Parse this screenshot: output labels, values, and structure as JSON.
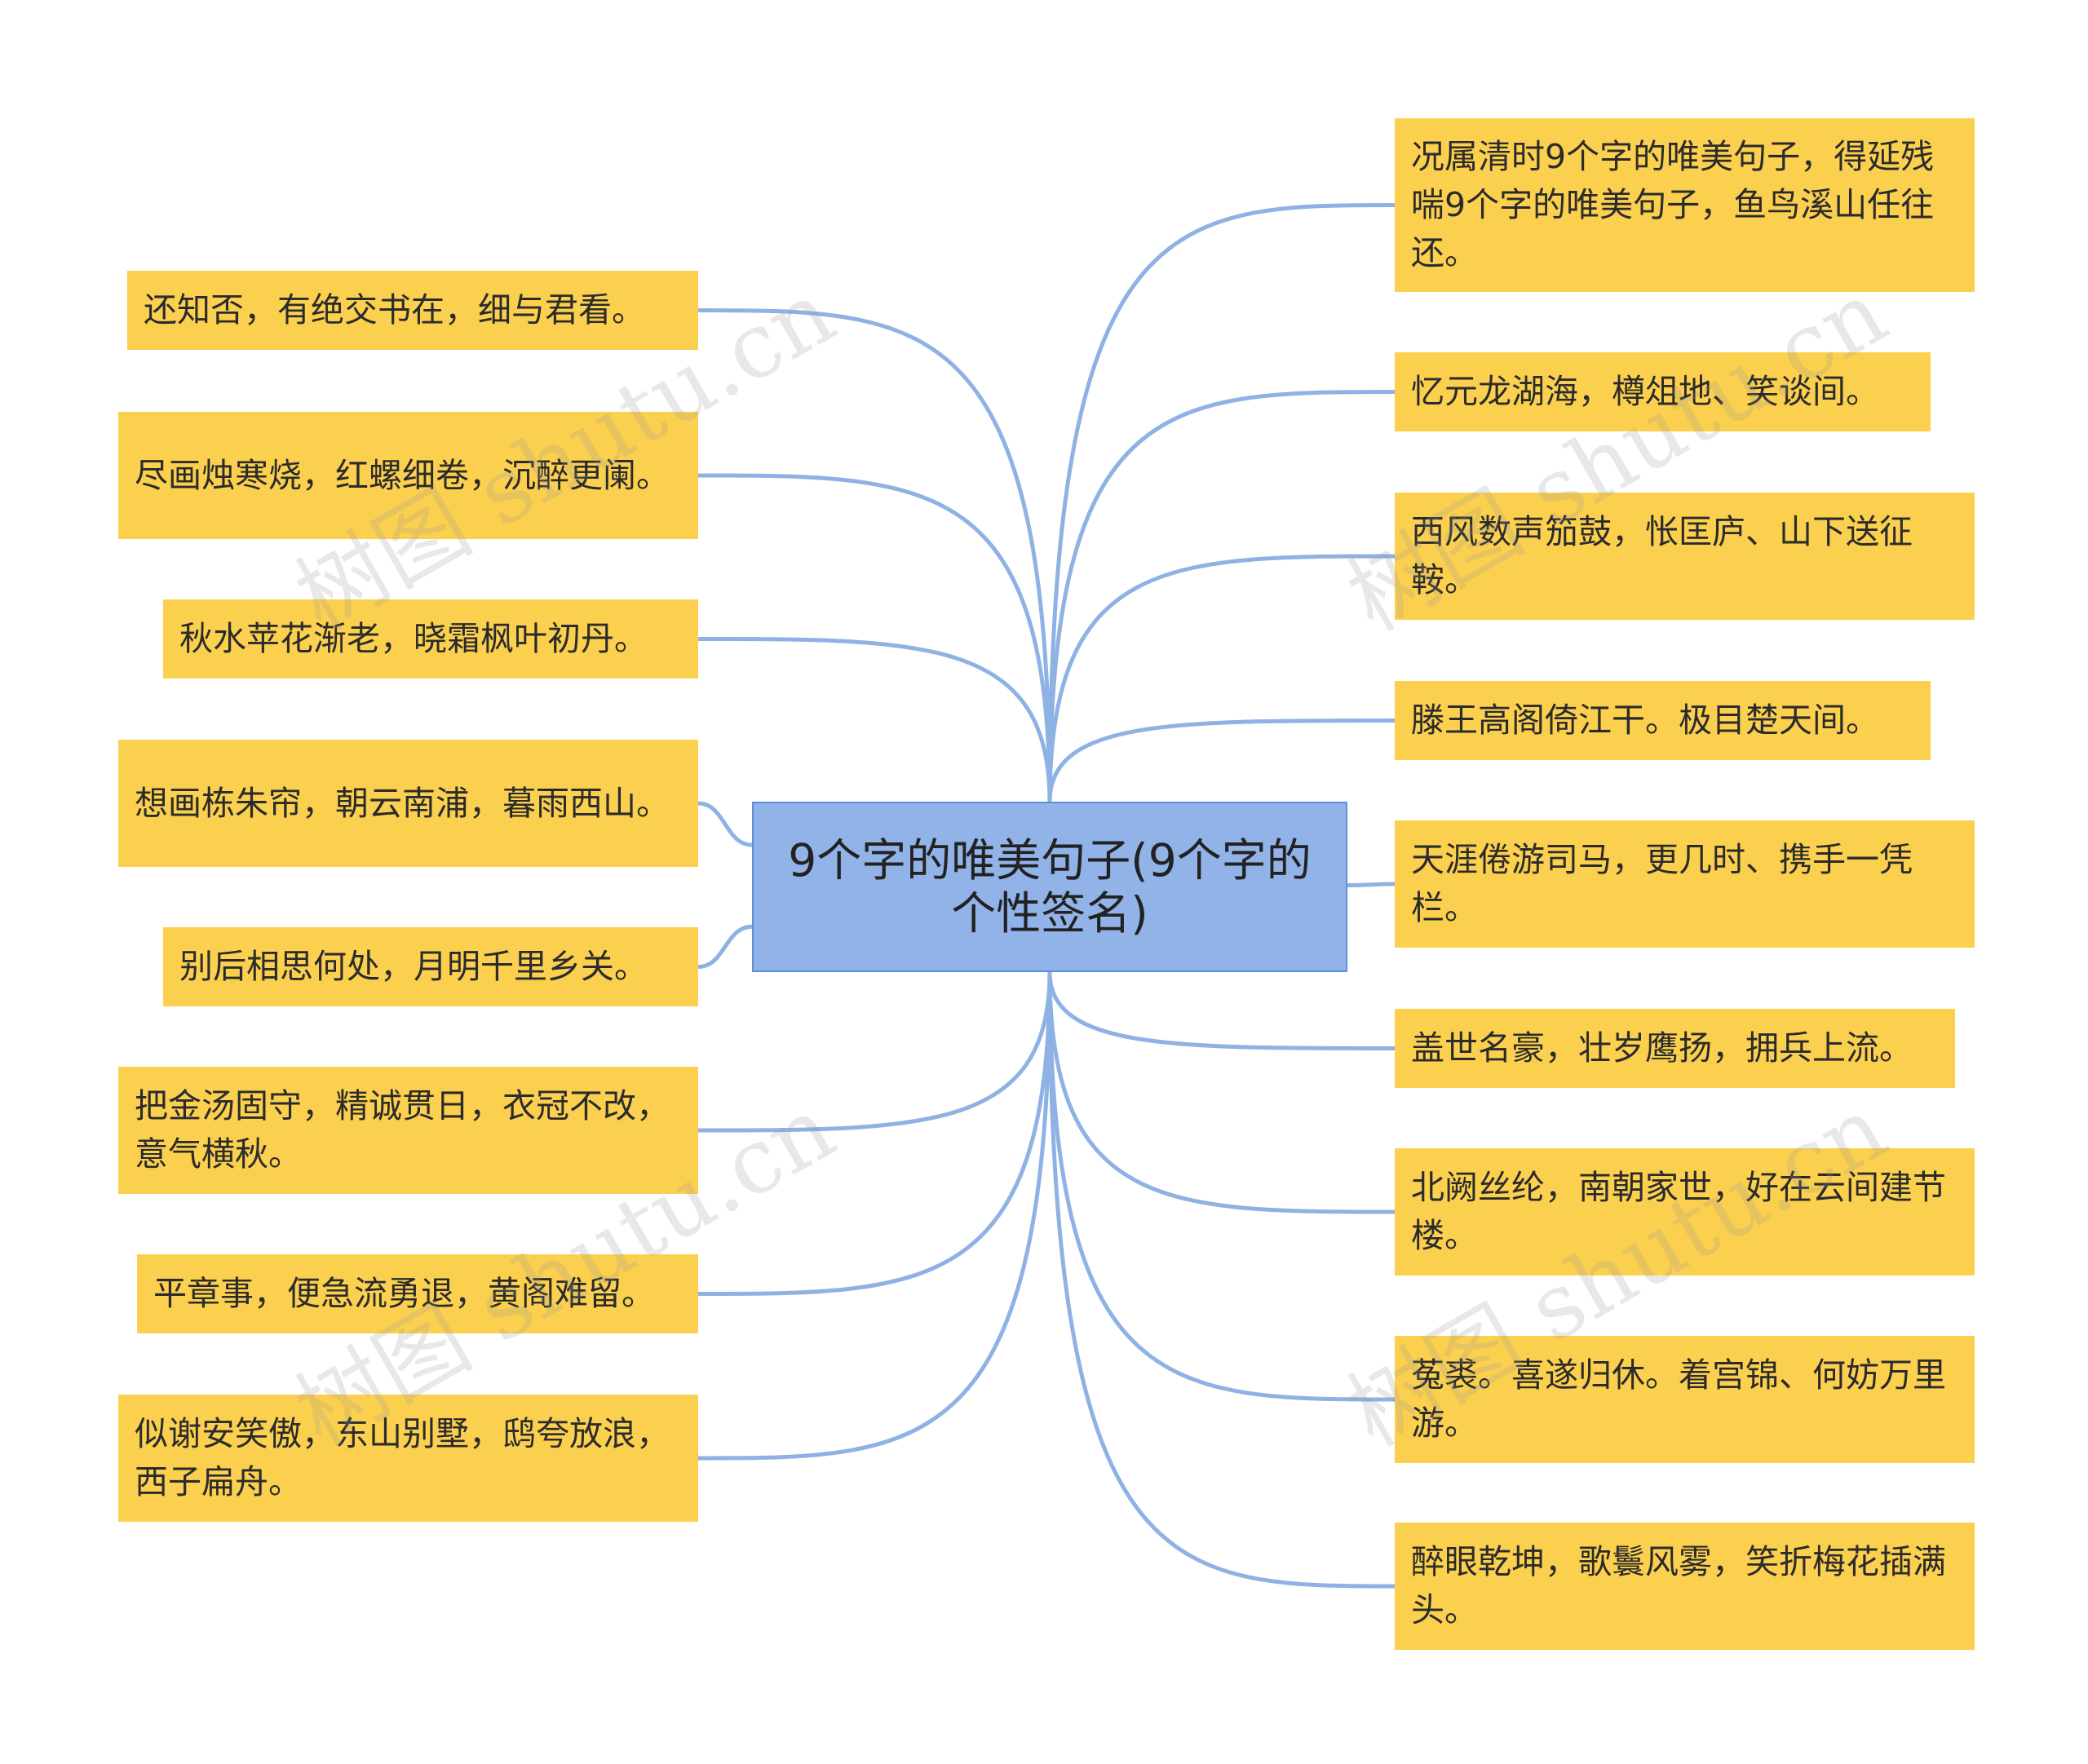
{
  "center": {
    "text": "9个字的唯美句子(9个字的个性签名)"
  },
  "left_nodes": [
    {
      "text": "还知否，有绝交书在，细与君看。"
    },
    {
      "text": "尽画烛寒烧，红螺细卷，沉醉更阑。"
    },
    {
      "text": "秋水苹花渐老，晓霜枫叶初丹。"
    },
    {
      "text": "想画栋朱帘，朝云南浦，暮雨西山。"
    },
    {
      "text": "别后相思何处，月明千里乡关。"
    },
    {
      "text": "把金汤固守，精诚贯日，衣冠不改，意气横秋。"
    },
    {
      "text": "平章事，便急流勇退，黄阁难留。"
    },
    {
      "text": "似谢安笑傲，东山别墅，鸱夸放浪，西子扁舟。"
    }
  ],
  "right_nodes": [
    {
      "text": "况属清时9个字的唯美句子，得延残喘9个字的唯美句子，鱼鸟溪山任往还。"
    },
    {
      "text": "忆元龙湖海，樽俎地、笑谈间。"
    },
    {
      "text": "西风数声笳鼓，怅匡庐、山下送征鞍。"
    },
    {
      "text": "滕王高阁倚江干。极目楚天间。"
    },
    {
      "text": "天涯倦游司马，更几时、携手一凭栏。"
    },
    {
      "text": "盖世名豪，壮岁鹰扬，拥兵上流。"
    },
    {
      "text": "北阙丝纶，南朝家世，好在云间建节楼。"
    },
    {
      "text": "菟裘。喜遂归休。着宫锦、何妨万里游。"
    },
    {
      "text": "醉眼乾坤，歌鬟风雾，笑折梅花插满头。"
    }
  ],
  "watermark": {
    "text": "树图 shutu.cn"
  },
  "colors": {
    "node_fill": "#fcd04f",
    "center_fill": "#91b3e8",
    "center_border": "#5f8fd8",
    "link": "#8fb2e4"
  }
}
